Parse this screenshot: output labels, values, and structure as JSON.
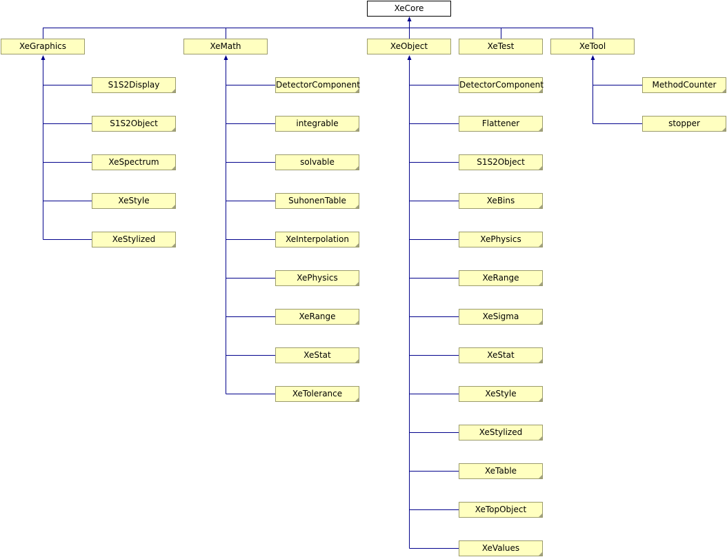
{
  "root": "XeCore",
  "colors": {
    "line": "#00008b",
    "node_fill": "#ffffc0"
  },
  "groups": [
    {
      "name": "XeGraphics",
      "children": [
        "S1S2Display",
        "S1S2Object",
        "XeSpectrum",
        "XeStyle",
        "XeStylized"
      ]
    },
    {
      "name": "XeMath",
      "children": [
        "DetectorComponent",
        "integrable",
        "solvable",
        "SuhonenTable",
        "XeInterpolation",
        "XePhysics",
        "XeRange",
        "XeStat",
        "XeTolerance"
      ]
    },
    {
      "name": "XeObject",
      "children": [
        "DetectorComponent",
        "Flattener",
        "S1S2Object",
        "XeBins",
        "XePhysics",
        "XeRange",
        "XeSigma",
        "XeStat",
        "XeStyle",
        "XeStylized",
        "XeTable",
        "XeTopObject",
        "XeValues"
      ]
    },
    {
      "name": "XeTest",
      "children": []
    },
    {
      "name": "XeTool",
      "children": [
        "MethodCounter",
        "stopper"
      ]
    }
  ]
}
